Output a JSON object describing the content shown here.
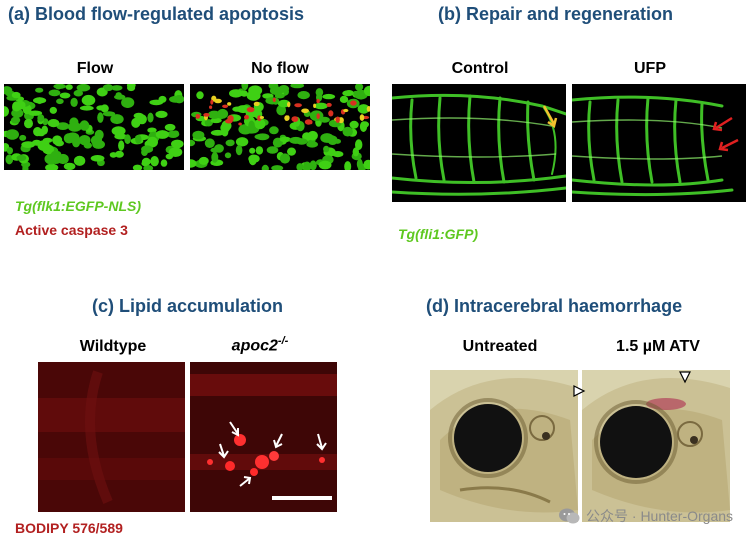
{
  "panels": {
    "a": {
      "title": "(a) Blood flow-regulated apoptosis",
      "label_left": "Flow",
      "label_right": "No flow",
      "legend_green": "Tg(flk1:EGFP-NLS)",
      "legend_red": "Active caspase 3"
    },
    "b": {
      "title": "(b) Repair and regeneration",
      "label_left": "Control",
      "label_right": "UFP",
      "legend_green": "Tg(fli1:GFP)"
    },
    "c": {
      "title": "(c) Lipid accumulation",
      "label_left": "Wildtype",
      "label_right_main": "apoc2",
      "label_right_sup": "-/-",
      "legend_red": "BODIPY 576/589"
    },
    "d": {
      "title": "(d) Intracerebral haemorrhage",
      "label_left": "Untreated",
      "label_right": "1.5 µM ATV"
    }
  },
  "watermark": {
    "text": "公众号 · Hunter-Organs",
    "icon": "wechat-icon"
  },
  "colors": {
    "title": "#1f4e79",
    "gfp_green": "#5ec820",
    "caspase_red": "#b22020",
    "arrow_yellow": "#f2c12e",
    "arrow_red": "#e02020"
  }
}
